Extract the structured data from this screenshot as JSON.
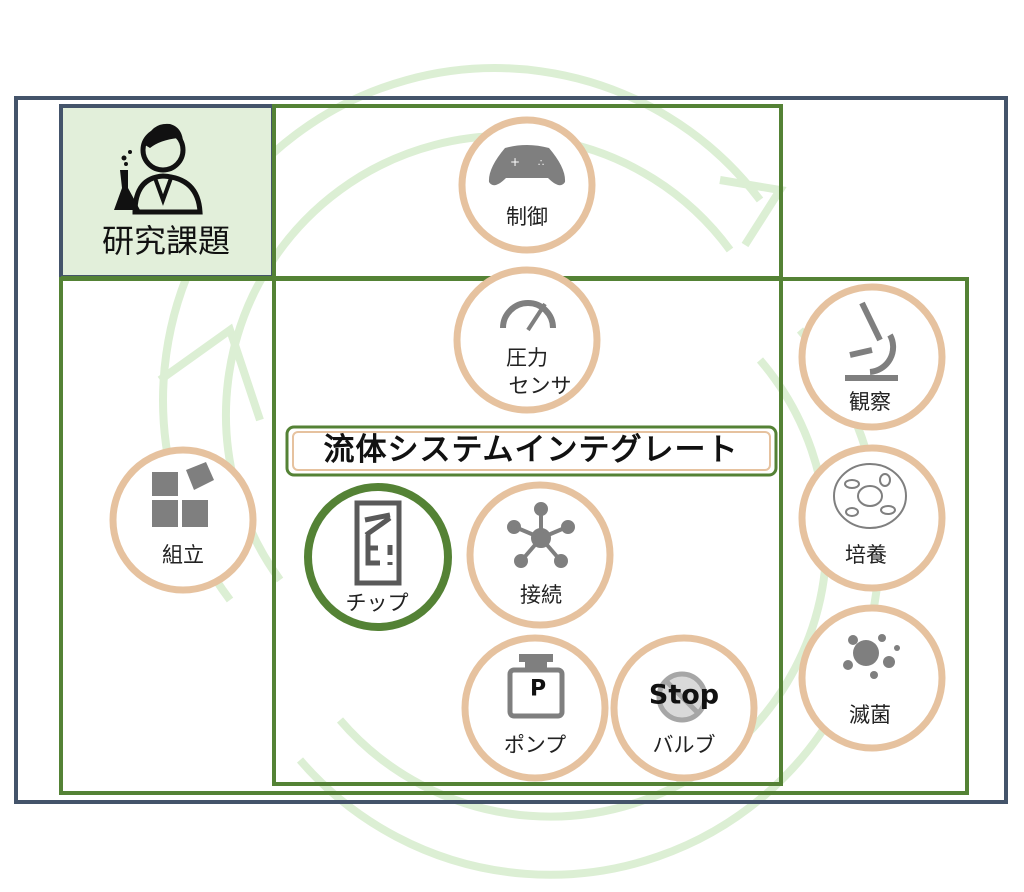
{
  "topic": {
    "label": "研究課題",
    "icon": "scientist-icon"
  },
  "center_title": "流体システムインテグレート",
  "nodes": {
    "control": {
      "label": "制御",
      "icon": "gamepad-icon"
    },
    "pressure_sensor": {
      "label1": "圧力",
      "label2": "センサ",
      "icon": "gauge-icon"
    },
    "chip": {
      "label": "チップ",
      "icon": "chip-icon"
    },
    "connection": {
      "label": "接続",
      "icon": "network-icon"
    },
    "pump": {
      "label": "ポンプ",
      "icon_text": "P",
      "icon": "pump-icon"
    },
    "valve": {
      "label": "バルブ",
      "icon_text": "Stop",
      "icon": "stop-icon"
    },
    "assembly": {
      "label": "組立",
      "icon": "puzzle-icon"
    },
    "observation": {
      "label": "観察",
      "icon": "microscope-icon"
    },
    "culture": {
      "label": "培養",
      "icon": "cell-icon"
    },
    "sterilization": {
      "label": "滅菌",
      "icon": "germ-splat-icon"
    }
  },
  "colors": {
    "frame": "#44546a",
    "green": "#548235",
    "tan": "#e6c29f",
    "light_green": "#e2efda",
    "cycle": "#d8ecd0",
    "icon": "#7f7f7f"
  }
}
